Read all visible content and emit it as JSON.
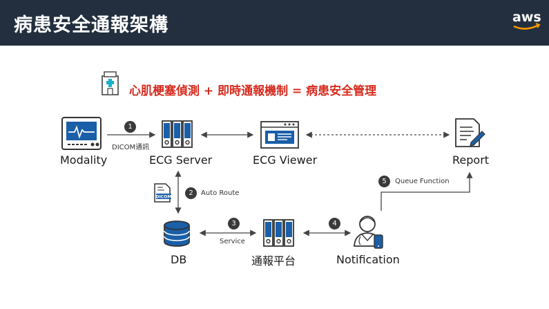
{
  "header": {
    "title": "病患安全通報架構",
    "logo_text": "aws"
  },
  "subtitle": "心肌梗塞偵測 + 即時通報機制 = 病患安全管理",
  "nodes": {
    "modality": "Modality",
    "ecg_server": "ECG Server",
    "ecg_viewer": "ECG Viewer",
    "report": "Report",
    "db": "DB",
    "platform": "通報平台",
    "notification": "Notification"
  },
  "steps": [
    {
      "number": "1",
      "label": "DICOM通訊"
    },
    {
      "number": "2",
      "label": "Auto Route"
    },
    {
      "number": "3",
      "label": "Service"
    },
    {
      "number": "4",
      "label": ""
    },
    {
      "number": "5",
      "label": "Queue Function"
    }
  ],
  "dicom_icon_text": "DICOM",
  "colors": {
    "header_bg": "#232f3e",
    "accent_blue": "#1a5fa8",
    "subtitle_red": "#d52b1e",
    "aws_orange": "#ff9900"
  }
}
